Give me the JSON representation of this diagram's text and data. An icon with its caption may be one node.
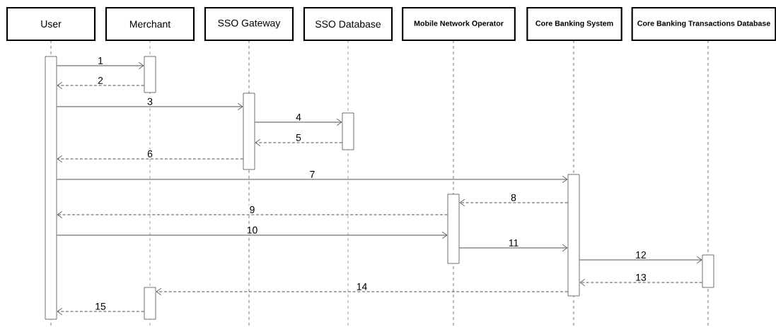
{
  "diagram": {
    "nodes": [
      {
        "text": [
          "User"
        ]
      },
      {
        "text": [
          "Merchant"
        ]
      },
      {
        "text": [
          "SSO Gateway"
        ]
      },
      {
        "text": [
          "SSO Database"
        ]
      },
      {
        "text": [
          "Mobile Network Operator"
        ]
      },
      {
        "text": [
          "Core Banking System"
        ]
      },
      {
        "text": [
          "Core Banking Transactions Database"
        ]
      },
      {
        "text": [],
        "shape": "bar"
      },
      {
        "text": [],
        "shape": "bar"
      },
      {
        "text": [],
        "shape": "bar"
      },
      {
        "text": [],
        "shape": "bar"
      },
      {
        "text": [],
        "shape": "bar"
      },
      {
        "text": [],
        "shape": "bar"
      },
      {
        "text": [],
        "shape": "bar"
      },
      {
        "text": [],
        "shape": "bar"
      }
    ],
    "edges": [
      {
        "from": 7,
        "to": 8,
        "arrow": "to",
        "label": "1"
      },
      {
        "from": 8,
        "to": 7,
        "arrow": "to",
        "label": "2",
        "style": "dashed"
      },
      {
        "from": 7,
        "to": 10,
        "arrow": "to",
        "label": "3"
      },
      {
        "from": 10,
        "to": 11,
        "arrow": "to",
        "label": "4"
      },
      {
        "from": 11,
        "to": 10,
        "arrow": "to",
        "label": "5",
        "style": "dashed"
      },
      {
        "from": 10,
        "to": 7,
        "arrow": "to",
        "label": "6",
        "style": "dashed"
      },
      {
        "from": 7,
        "to": 13,
        "arrow": "to",
        "label": "7"
      },
      {
        "from": 13,
        "to": 12,
        "arrow": "to",
        "label": "8",
        "style": "dashed"
      },
      {
        "from": 12,
        "to": 7,
        "arrow": "to",
        "label": "9",
        "style": "dashed"
      },
      {
        "from": 7,
        "to": 12,
        "arrow": "to",
        "label": "10"
      },
      {
        "from": 12,
        "to": 13,
        "arrow": "to",
        "label": "11"
      },
      {
        "from": 13,
        "to": 14,
        "arrow": "to",
        "label": "12"
      },
      {
        "from": 14,
        "to": 13,
        "arrow": "to",
        "label": "13",
        "style": "dashed"
      },
      {
        "from": 13,
        "to": 9,
        "arrow": "to",
        "label": "14",
        "style": "dashed"
      },
      {
        "from": 9,
        "to": 7,
        "arrow": "to",
        "label": "15",
        "style": "dashed"
      }
    ]
  }
}
